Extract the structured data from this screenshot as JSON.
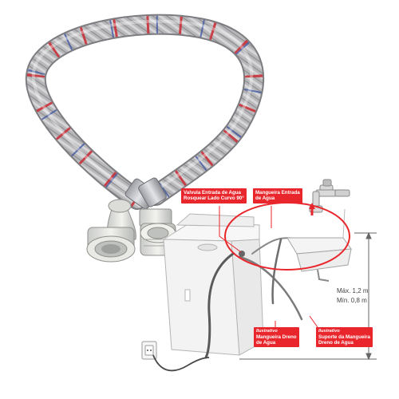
{
  "callouts": {
    "valve": {
      "line1": "Valvula Entrada de Agua",
      "line2": "Rosquear Lado Curvo 90°"
    },
    "inlet_hose": {
      "line1": "Mangueira Entrada",
      "line2": "de Agua"
    },
    "drain_hose": {
      "tag": "Ilustrativo",
      "line1": "Mangueira Dreno",
      "line2": "de Agua"
    },
    "drain_support": {
      "tag": "Ilustrativo",
      "line1": "Suporte da Mangueira",
      "line2": "Dreno de Agua"
    }
  },
  "dimensions": {
    "max": "Máx. 1,2 m",
    "min": "Mín. 0,8 m"
  },
  "colors": {
    "callout_red": "#e8262c",
    "hose_silver": "#b9b9bc",
    "braid_red": "#c8323a",
    "braid_blue": "#3a52a0"
  }
}
